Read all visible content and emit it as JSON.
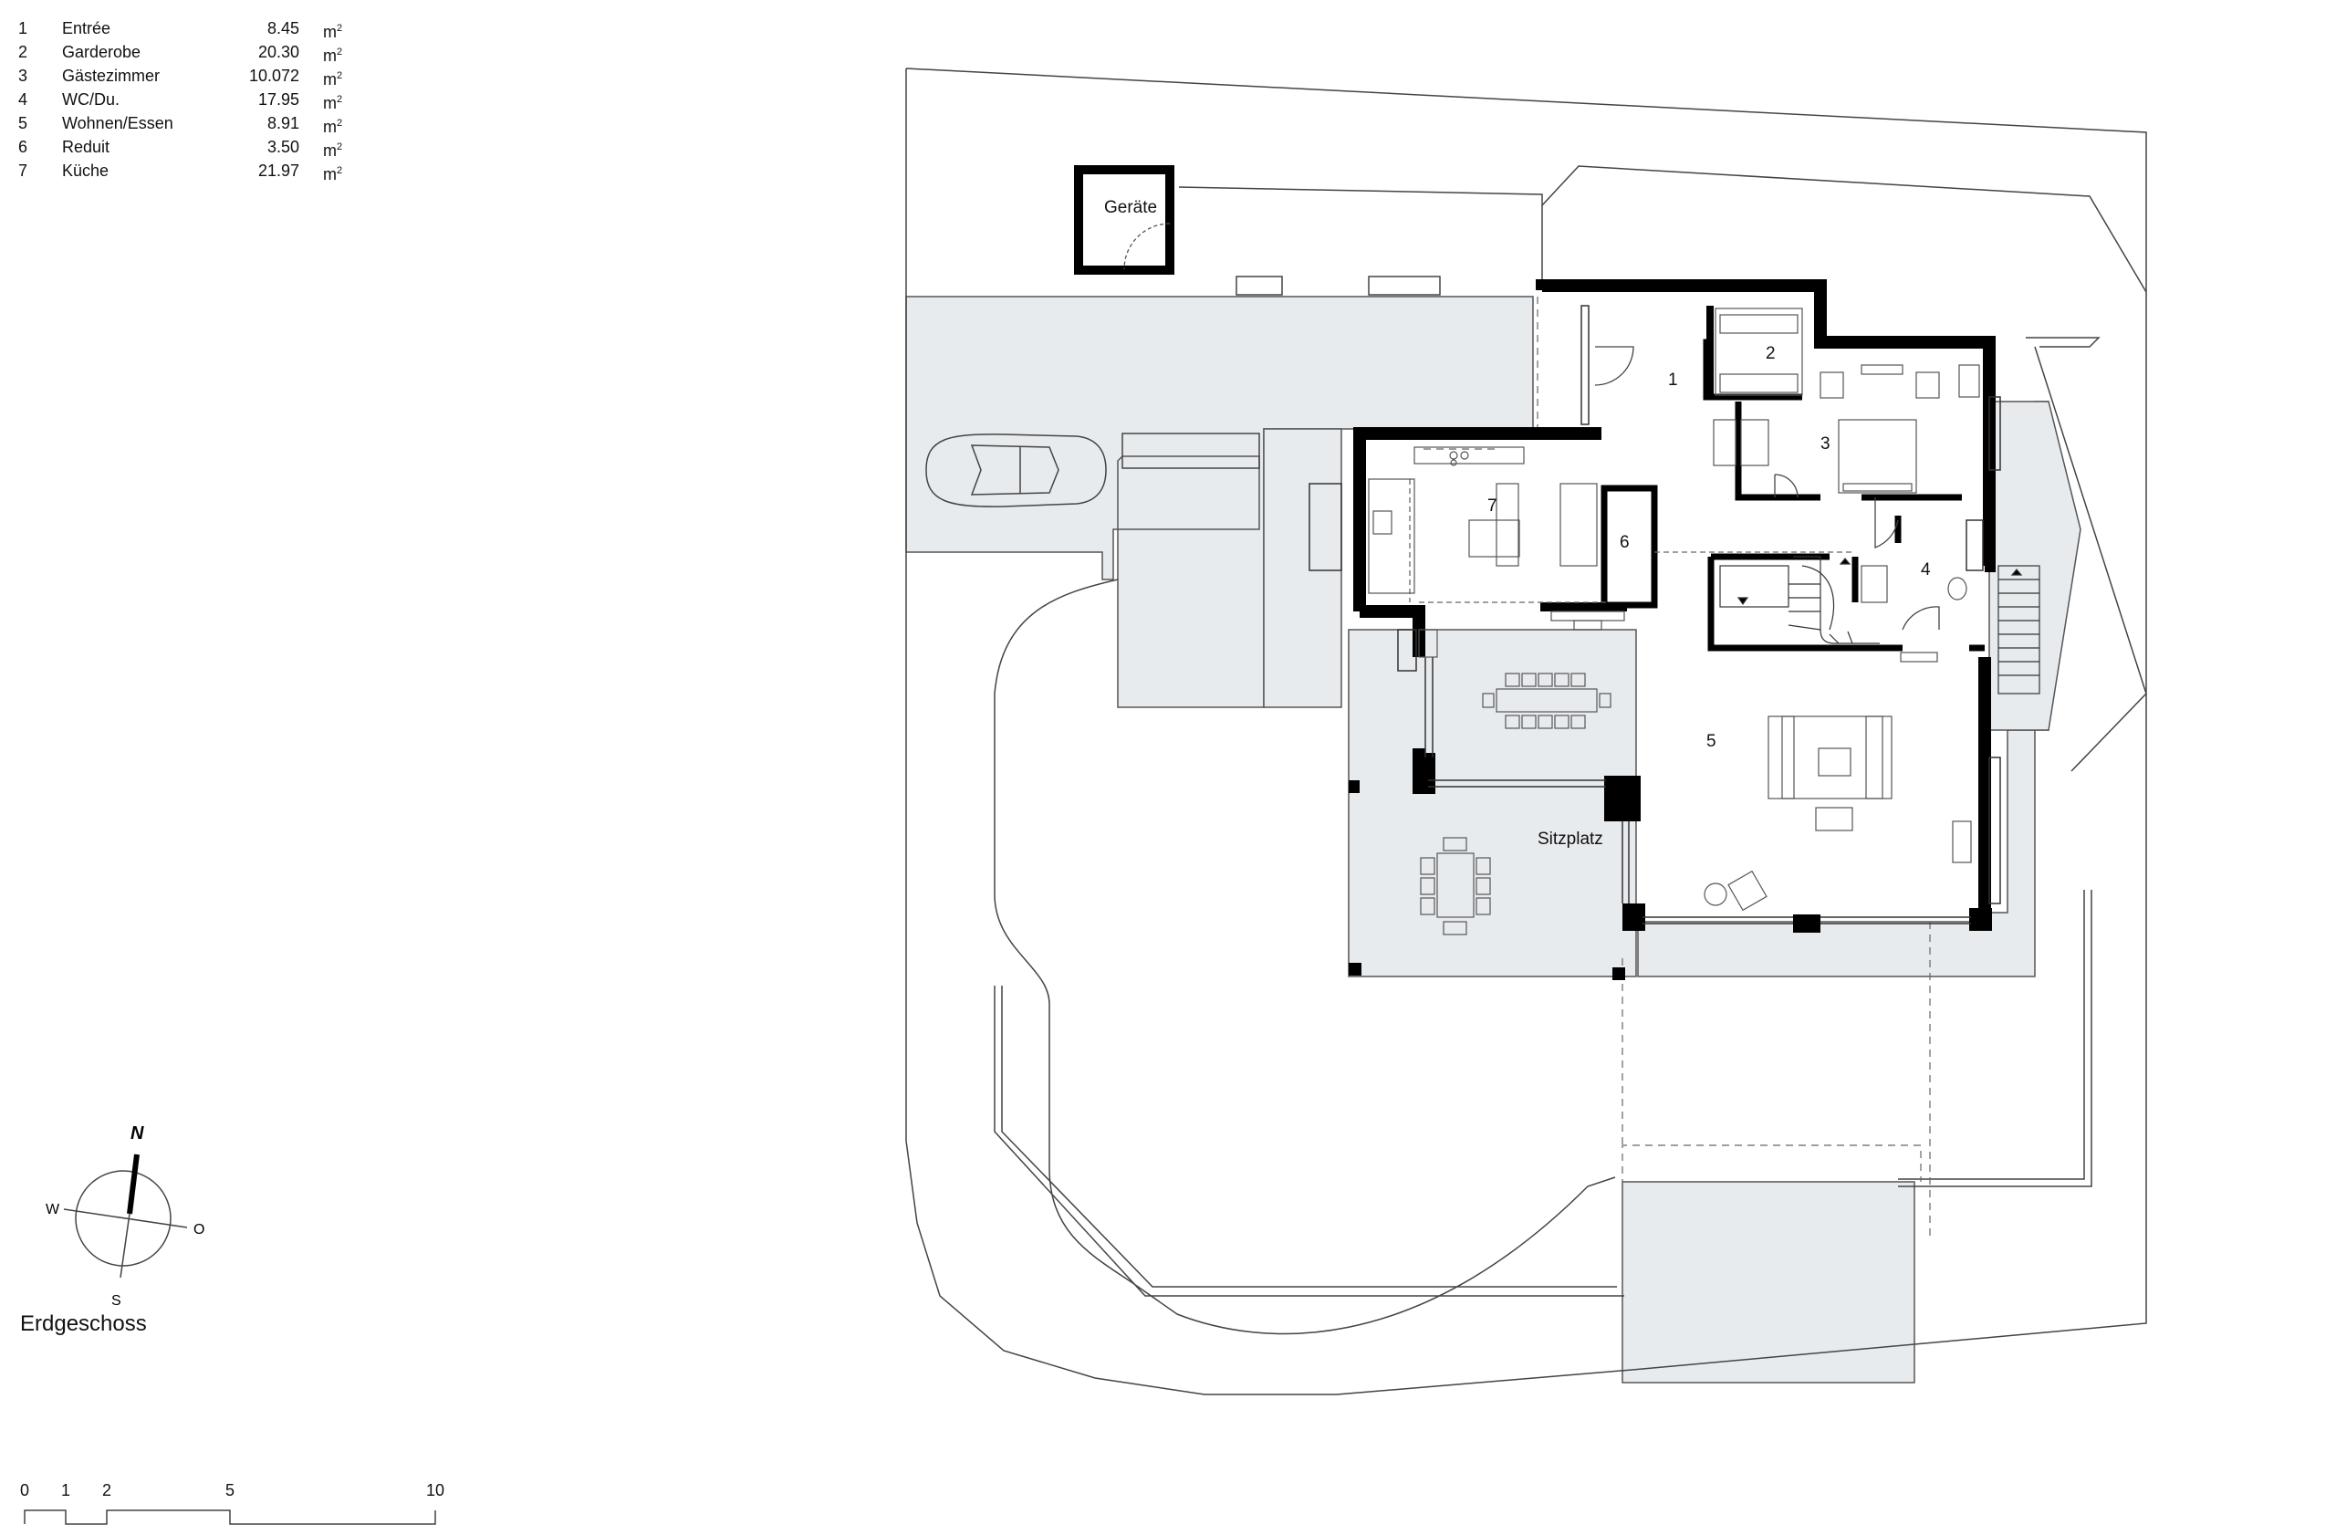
{
  "legend": [
    {
      "num": "1",
      "name": "Entrée",
      "area": "8.45",
      "unit": "m"
    },
    {
      "num": "2",
      "name": "Garderobe",
      "area": "20.30",
      "unit": "m"
    },
    {
      "num": "3",
      "name": "Gästezimmer",
      "area": "10.072",
      "unit": "m"
    },
    {
      "num": "4",
      "name": "WC/Du.",
      "area": "17.95",
      "unit": "m"
    },
    {
      "num": "5",
      "name": "Wohnen/Essen",
      "area": "8.91",
      "unit": "m"
    },
    {
      "num": "6",
      "name": "Reduit",
      "area": "3.50",
      "unit": "m"
    },
    {
      "num": "7",
      "name": "Küche",
      "area": "21.97",
      "unit": "m"
    }
  ],
  "unit_exponent": "2",
  "plan_title": "Erdgeschoss",
  "compass": {
    "n": "N",
    "w": "W",
    "o": "O",
    "s": "S"
  },
  "scale_bar": {
    "labels": [
      "0",
      "1",
      "2",
      "5",
      "10"
    ]
  },
  "plan_labels": {
    "geraete": "Geräte",
    "sitzplatz": "Sitzplatz",
    "room_1": "1",
    "room_2": "2",
    "room_3": "3",
    "room_4": "4",
    "room_5": "5",
    "room_6": "6",
    "room_7": "7"
  },
  "colors": {
    "wall": "#000000",
    "paving": "#e8ebee",
    "line": "#333333"
  }
}
